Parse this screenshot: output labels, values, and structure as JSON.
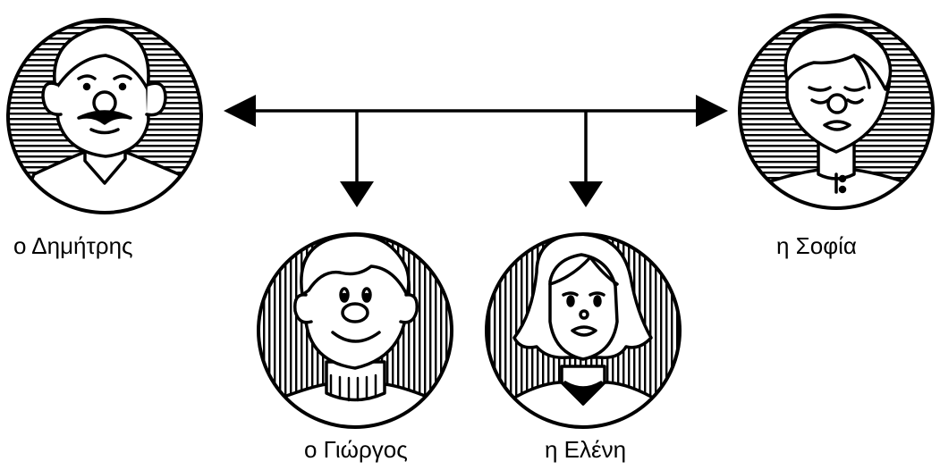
{
  "people": {
    "father": {
      "label": "ο Δημήτρης",
      "icon": "father-portrait-icon"
    },
    "mother": {
      "label": "η Σοφία",
      "icon": "mother-portrait-icon"
    },
    "son": {
      "label": "ο Γιώργος",
      "icon": "son-portrait-icon"
    },
    "daughter": {
      "label": "η Ελένη",
      "icon": "daughter-portrait-icon"
    }
  },
  "style": {
    "ink": "#000000",
    "paper": "#ffffff"
  }
}
